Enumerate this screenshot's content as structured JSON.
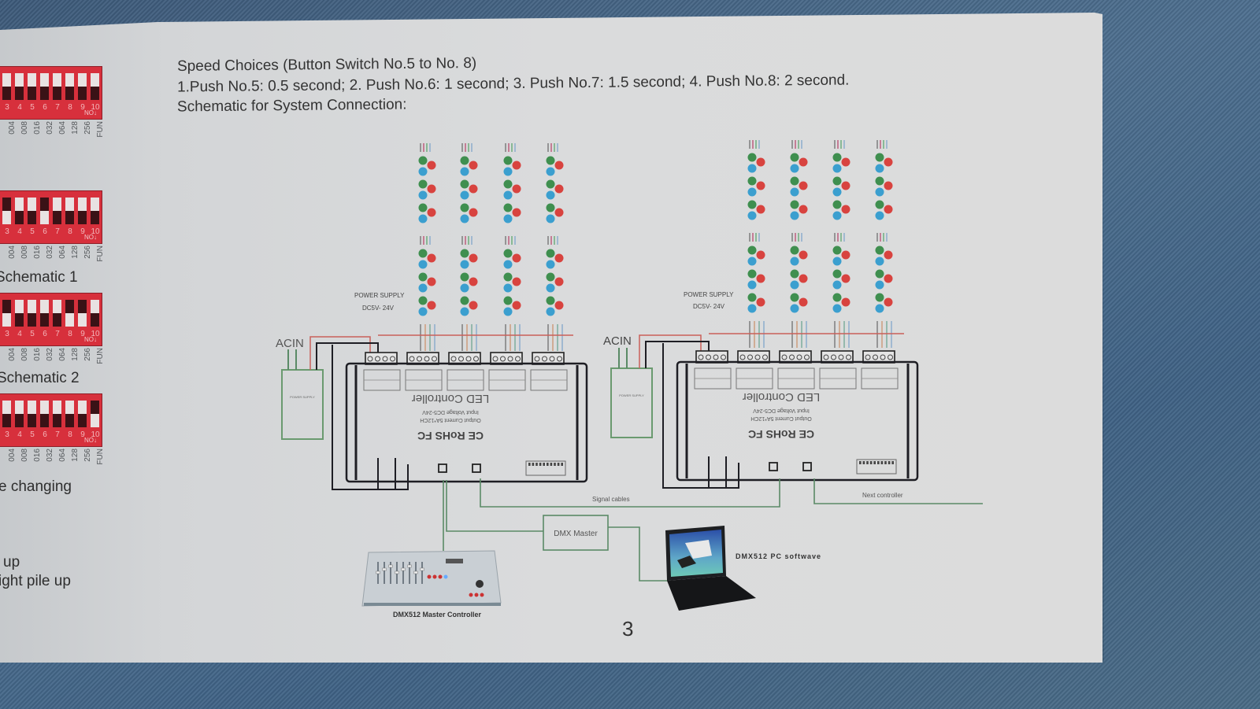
{
  "document": {
    "section_title": "Speed Choices (Button Switch No.5 to No. 8)",
    "speed_line": "1.Push No.5: 0.5 second; 2. Push No.6: 1 second; 3. Push No.7: 1.5 second; 4. Push No.8: 2 second.",
    "schematic_heading": "Schematic for System Connection:",
    "page_number": "3"
  },
  "left_page": {
    "dip_switch_numbers": [
      "3",
      "4",
      "5",
      "6",
      "7",
      "8",
      "9",
      "10"
    ],
    "dip_no_label": "NO↓",
    "dip_value_labels": [
      "004",
      "008",
      "016",
      "032",
      "064",
      "128",
      "256",
      "FUN"
    ],
    "dip_switches": [
      {
        "caption": "",
        "on": [
          true,
          true,
          true,
          true,
          true,
          true,
          true,
          true
        ]
      },
      {
        "caption": "Schematic 1",
        "on": [
          false,
          true,
          true,
          false,
          true,
          true,
          true,
          true
        ]
      },
      {
        "caption": "Schematic 2",
        "on": [
          false,
          true,
          true,
          true,
          true,
          false,
          false,
          true
        ]
      },
      {
        "caption": "e changing",
        "on": [
          true,
          true,
          true,
          true,
          true,
          true,
          true,
          false
        ]
      }
    ],
    "text_up": "up",
    "text_pile_up": "ight  pile up"
  },
  "schematic": {
    "power_supply_label": "POWER SUPPLY",
    "power_supply_voltage": "DC5V- 24V",
    "acin_label": "ACIN",
    "psu_box_label": "POWER SUPPLY",
    "controller_name": "LED Controller",
    "controller_input_voltage": "Input Voltage DC5-24V",
    "controller_output_current": "Output Current 5A*12CH",
    "cert_marks": "CE RoHS FC",
    "signal_cables_label": "Signal cables",
    "next_controller_label": "Next   controller",
    "dmx_master_label": "DMX Master",
    "dmx_pc_software_label": "DMX512  PC  softwave",
    "dmx_master_controller_label": "DMX512 Master Controller",
    "led_strips_per_controller": 4,
    "led_groups_per_strip": 6
  },
  "colors": {
    "led_red": "#d8433f",
    "led_green": "#3f8f4f",
    "led_blue": "#3b9fcf",
    "dip_red": "#d7303c",
    "wire_red": "#c9605a",
    "wire_green": "#5a8a66",
    "wire_dark": "#1e1e24"
  }
}
